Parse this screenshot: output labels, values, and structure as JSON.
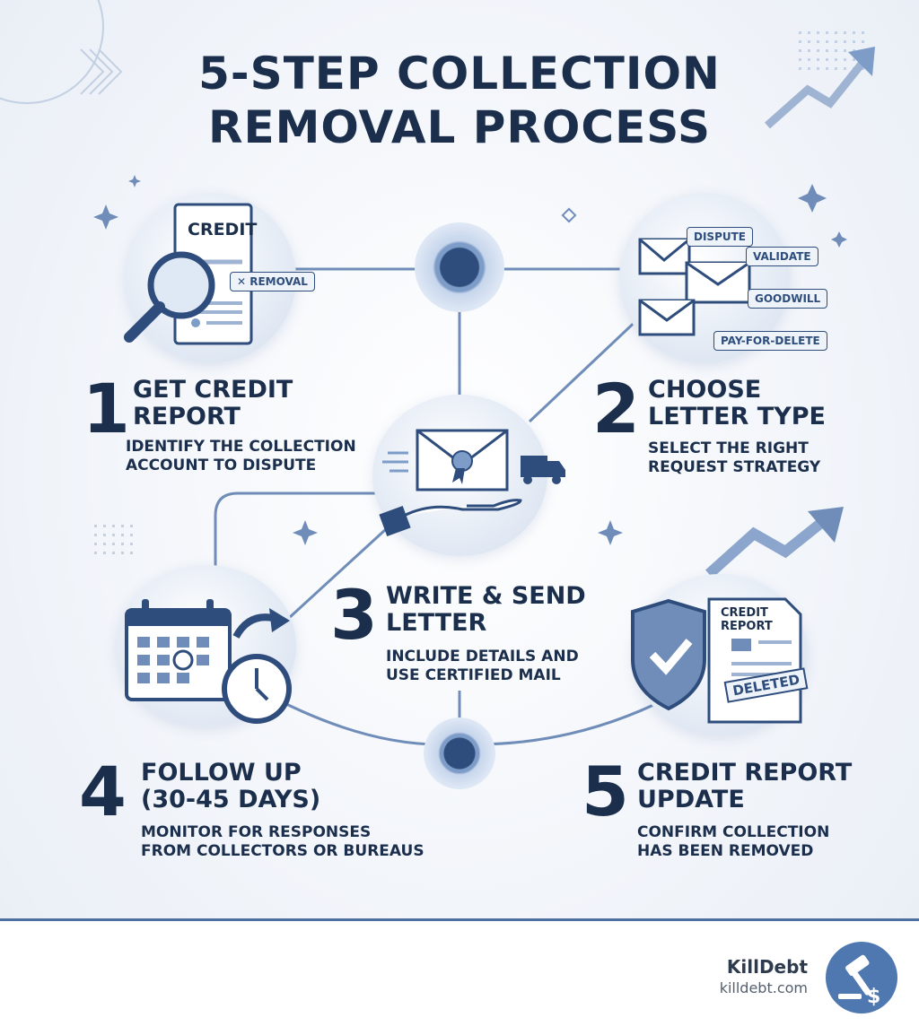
{
  "title": {
    "line1": "5-STEP COLLECTION",
    "line2": "REMOVAL PROCESS"
  },
  "steps": [
    {
      "number": "1",
      "title_line1": "GET CREDIT",
      "title_line2": "REPORT",
      "desc_line1": "IDENTIFY THE COLLECTION",
      "desc_line2": "ACCOUNT TO DISPUTE",
      "icon": "credit-report-magnifier-icon",
      "doc_label": "CREDIT",
      "tag": "✕ REMOVAL"
    },
    {
      "number": "2",
      "title_line1": "CHOOSE",
      "title_line2": "LETTER TYPE",
      "desc_line1": "SELECT THE RIGHT",
      "desc_line2": "REQUEST STRATEGY",
      "icon": "envelopes-icon",
      "tags": [
        "DISPUTE",
        "VALIDATE",
        "GOODWILL",
        "PAY-FOR-DELETE"
      ]
    },
    {
      "number": "3",
      "title_line1": "WRITE & SEND",
      "title_line2": "LETTER",
      "desc_line1": "INCLUDE DETAILS AND",
      "desc_line2": "USE CERTIFIED MAIL",
      "icon": "certified-mail-hand-icon"
    },
    {
      "number": "4",
      "title_line1": "FOLLOW UP",
      "title_line2": "(30-45 DAYS)",
      "desc_line1": "MONITOR FOR RESPONSES",
      "desc_line2": "FROM COLLECTORS OR BUREAUS",
      "icon": "calendar-clock-icon"
    },
    {
      "number": "5",
      "title_line1": "CREDIT REPORT",
      "title_line2": "UPDATE",
      "desc_line1": "CONFIRM COLLECTION",
      "desc_line2": "HAS BEEN REMOVED",
      "icon": "shield-report-deleted-icon",
      "doc_line1": "CREDIT",
      "doc_line2": "REPORT",
      "stamp": "DELETED"
    }
  ],
  "footer": {
    "brand": "KillDebt",
    "url": "killdebt.com",
    "logo_icon": "gavel-dollar-logo-icon"
  },
  "colors": {
    "navy": "#1b2f4d",
    "accent": "#2e4d7c",
    "light_accent": "#7d9cc8",
    "background": "#f2f5fa"
  }
}
